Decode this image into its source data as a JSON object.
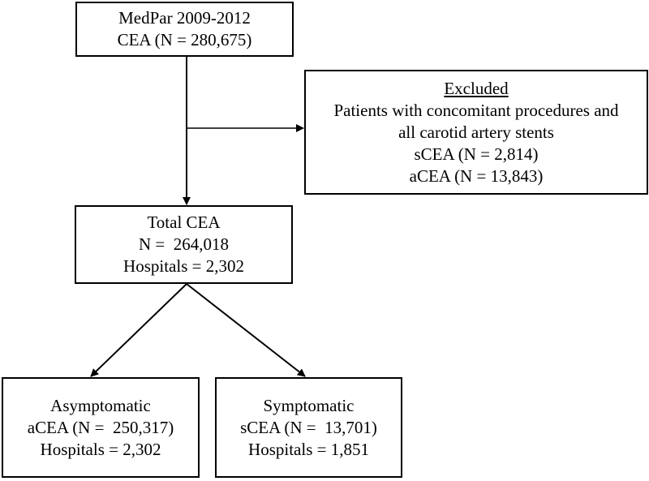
{
  "source_box": {
    "line1": "MedPar 2009-2012",
    "line2": "CEA (N = 280,675)"
  },
  "excluded_box": {
    "heading": "Excluded",
    "line1": "Patients with concomitant procedures and",
    "line2": "all carotid artery stents",
    "line3": "sCEA (N = 2,814)",
    "line4": "aCEA (N = 13,843)"
  },
  "total_box": {
    "line1": "Total CEA",
    "line2": "N =  264,018",
    "line3": "Hospitals = 2,302"
  },
  "asymptomatic_box": {
    "line1": "Asymptomatic",
    "line2": "aCEA (N =  250,317)",
    "line3": "Hospitals = 2,302"
  },
  "symptomatic_box": {
    "line1": "Symptomatic",
    "line2": "sCEA (N =  13,701)",
    "line3": "Hospitals = 1,851"
  }
}
